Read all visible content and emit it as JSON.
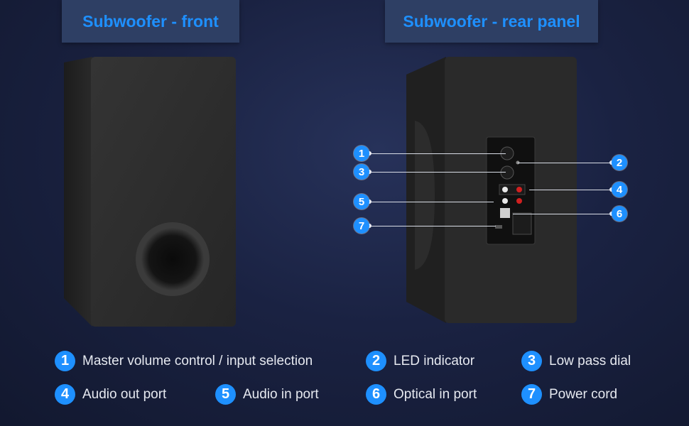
{
  "titles": {
    "front": "Subwoofer - front",
    "rear": "Subwoofer - rear panel"
  },
  "callouts": [
    {
      "num": "1",
      "label": "Master volume control / input selection"
    },
    {
      "num": "2",
      "label": "LED indicator"
    },
    {
      "num": "3",
      "label": "Low pass dial"
    },
    {
      "num": "4",
      "label": "Audio out port"
    },
    {
      "num": "5",
      "label": "Audio in port"
    },
    {
      "num": "6",
      "label": "Optical in port"
    },
    {
      "num": "7",
      "label": "Power cord"
    }
  ],
  "colors": {
    "accent": "#1e90ff",
    "tab_background": "#2e3f64",
    "cabinet": "#2b2b2b"
  }
}
